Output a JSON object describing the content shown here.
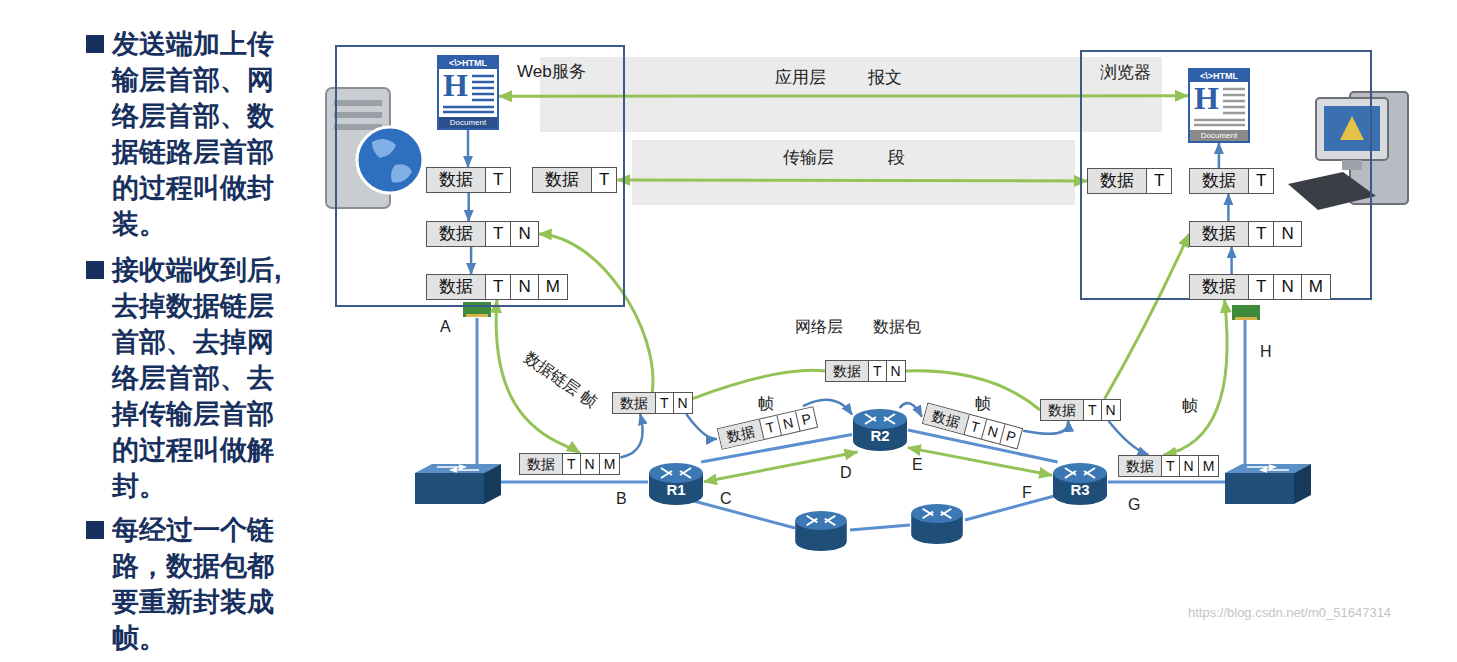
{
  "diagram": {
    "nodes": [
      {
        "text": [
          "Web服务"
        ]
      },
      {
        "text": [
          "<\\>HTML",
          "H",
          "Document"
        ],
        "in": 0
      },
      {
        "text": [
          "数据",
          "T"
        ],
        "in": 0
      },
      {
        "text": [
          "数据",
          "T"
        ],
        "in": 0
      },
      {
        "text": [
          "数据",
          "T",
          "N"
        ],
        "in": 0
      },
      {
        "text": [
          "数据",
          "T",
          "N",
          "M"
        ],
        "in": 0
      },
      {
        "text": [
          "应用层",
          "报文"
        ]
      },
      {
        "text": [
          "传输层",
          "段"
        ]
      },
      {
        "text": [
          "浏览器"
        ]
      },
      {
        "text": [
          "<\\>HTML",
          "H",
          "Document"
        ],
        "in": 8
      },
      {
        "text": [
          "数据",
          "T"
        ],
        "in": 8
      },
      {
        "text": [
          "数据",
          "T"
        ],
        "in": 8
      },
      {
        "text": [
          "数据",
          "T",
          "N"
        ],
        "in": 8
      },
      {
        "text": [
          "数据",
          "T",
          "N",
          "M"
        ],
        "in": 8
      },
      {
        "text": [
          "数据",
          "T",
          "N"
        ]
      },
      {
        "text": [
          "数据",
          "T",
          "N",
          "M"
        ]
      },
      {
        "text": [
          "数据",
          "T",
          "N",
          "P"
        ]
      },
      {
        "text": [
          "R1"
        ]
      },
      {
        "text": [
          "数据",
          "T",
          "N"
        ]
      },
      {
        "text": [
          "R2"
        ]
      },
      {
        "text": [
          "数据",
          "T",
          "N",
          "P"
        ]
      },
      {
        "text": [
          "数据",
          "T",
          "N"
        ]
      },
      {
        "text": [
          "R3"
        ]
      },
      {
        "text": [
          "数据",
          "T",
          "N",
          "M"
        ]
      }
    ],
    "edges": [
      {
        "from": 1,
        "to": 2,
        "arrow": "to"
      },
      {
        "from": 2,
        "to": 4,
        "arrow": "to"
      },
      {
        "from": 4,
        "to": 5,
        "arrow": "to"
      },
      {
        "from": 13,
        "to": 12,
        "arrow": "to"
      },
      {
        "from": 12,
        "to": 11,
        "arrow": "to"
      },
      {
        "from": 11,
        "to": 9,
        "arrow": "to"
      },
      {
        "from": 1,
        "to": 9,
        "arrow": "both"
      },
      {
        "from": 3,
        "to": 10,
        "arrow": "both"
      },
      {
        "from": 14,
        "to": 4,
        "arrow": "to"
      },
      {
        "from": 14,
        "to": 18,
        "arrow": "none"
      },
      {
        "from": 18,
        "to": 21,
        "arrow": "none"
      },
      {
        "from": 21,
        "to": 12,
        "arrow": "to"
      },
      {
        "from": 5,
        "to": 15,
        "arrow": "both"
      },
      {
        "from": 13,
        "to": 23,
        "arrow": "both"
      },
      {
        "from": 17,
        "to": 19,
        "arrow": "both"
      },
      {
        "from": 19,
        "to": 22,
        "arrow": "both"
      },
      {
        "from": 17,
        "to": 19,
        "arrow": "none"
      },
      {
        "from": 19,
        "to": 22,
        "arrow": "none"
      },
      {
        "from": 15,
        "to": 14,
        "arrow": "to"
      },
      {
        "from": 14,
        "to": 16,
        "arrow": "to"
      },
      {
        "from": 16,
        "to": 19,
        "arrow": "to"
      },
      {
        "from": 19,
        "to": 20,
        "arrow": "to"
      },
      {
        "from": 20,
        "to": 21,
        "arrow": "to"
      },
      {
        "from": 21,
        "to": 23,
        "arrow": "to"
      }
    ],
    "labels": [
      "发送端加上传输层首部、网络层首部、数据链路层首部的过程叫做封装。",
      "接收端收到后,去掉数据链层首部、去掉网络层首部、去掉传输层首部的过程叫做解封。",
      "每经过一个链路，数据包都要重新封装成帧。",
      "A",
      "数据链层 帧",
      "网络层",
      "数据包",
      "帧",
      "帧",
      "B",
      "C",
      "D",
      "E",
      "F",
      "G",
      "H",
      "帧",
      "https://blog.csdn.net/m0_51647314"
    ]
  }
}
